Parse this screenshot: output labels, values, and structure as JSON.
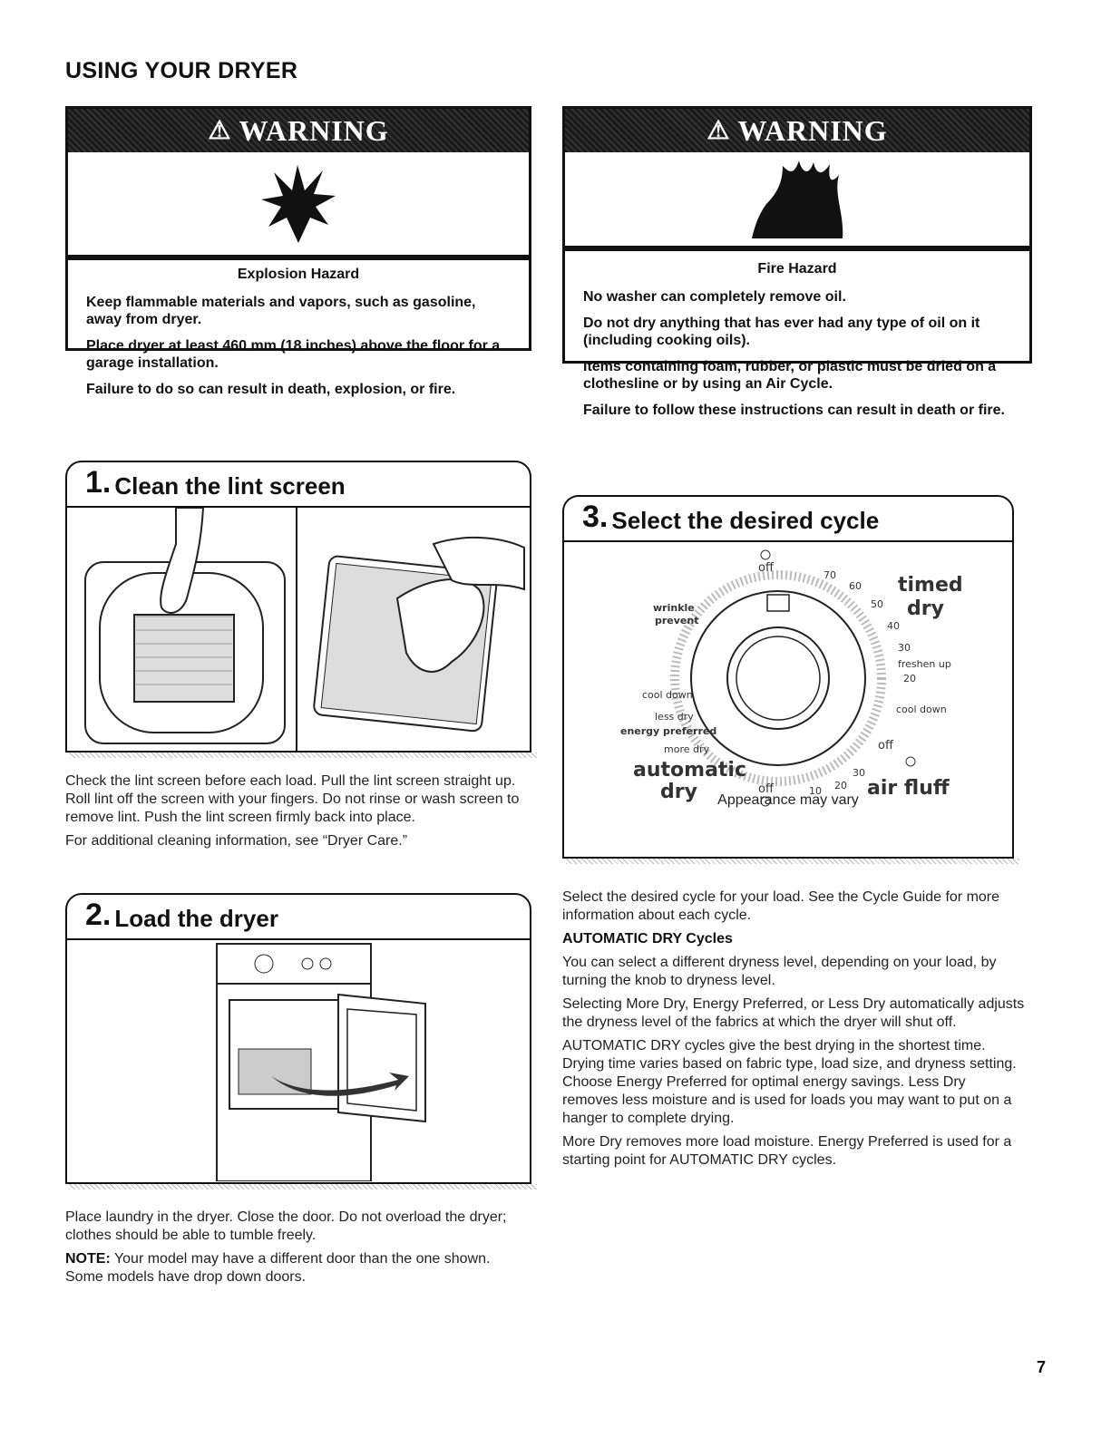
{
  "page": {
    "title": "USING YOUR DRYER",
    "number": "7"
  },
  "warning_left": {
    "header": "WARNING",
    "hazard": "Explosion Hazard",
    "lines": [
      "Keep flammable materials and vapors, such as gasoline, away from dryer.",
      "Place dryer at least 460 mm (18 inches) above the floor for a garage installation.",
      "Failure to do so can result in death, explosion, or fire."
    ]
  },
  "warning_right": {
    "header": "WARNING",
    "hazard": "Fire Hazard",
    "lines": [
      "No washer can completely remove oil.",
      "Do not dry anything that has ever had any type of oil on it (including cooking oils).",
      "Items containing foam, rubber, or plastic must be dried on a clothesline or by using an Air Cycle.",
      "Failure to follow these instructions can result in death or fire."
    ]
  },
  "step1": {
    "number": "1.",
    "title": "Clean the lint screen",
    "body": [
      "Check the lint screen before each load. Pull the lint screen straight up. Roll lint off the screen with your fingers. Do not rinse or wash screen to remove lint. Push the lint screen firmly back into place.",
      "For additional cleaning information, see “Dryer Care.”"
    ]
  },
  "step2": {
    "number": "2.",
    "title": "Load the dryer",
    "body": "Place laundry in the dryer. Close the door. Do not overload the dryer; clothes should be able to tumble freely.",
    "note_label": "NOTE:",
    "note_text": " Your model may have a different door than the one shown. Some models have drop down doors."
  },
  "step3": {
    "number": "3.",
    "title": "Select the desired cycle",
    "caption": "Appearance may vary",
    "dial": {
      "off_top": "off",
      "off_right": "off",
      "off_bottom": "off",
      "timed": "timed",
      "timed_dry": "dry",
      "wrinkle": "wrinkle",
      "prevent": "prevent",
      "cool_down_left": "cool down",
      "less_dry": "less dry",
      "energy_preferred": "energy preferred",
      "more_dry": "more dry",
      "automatic": "automatic",
      "automatic_dry": "dry",
      "freshen_up": "freshen up",
      "cool_down_right": "cool down",
      "air_fluff": "air fluff",
      "t70": "70",
      "t60": "60",
      "t50": "50",
      "t40": "40",
      "t30": "30",
      "t20": "20",
      "a30": "30",
      "a20": "20",
      "a10": "10"
    },
    "intro": "Select the desired cycle for your load. See the Cycle Guide for more information about each cycle.",
    "subhead": "AUTOMATIC DRY Cycles",
    "paragraphs": [
      "You can select a different dryness level, depending on your load, by turning the knob to dryness level.",
      "Selecting More Dry, Energy Preferred, or Less Dry automatically adjusts the dryness level of the fabrics at which the dryer will shut off.",
      "AUTOMATIC DRY cycles give the best drying in the shortest time. Drying time varies based on fabric type, load size, and dryness setting. Choose Energy Preferred for optimal energy savings. Less Dry removes less moisture and is used for loads you may want to put on a hanger to complete drying.",
      "More Dry removes more load moisture. Energy Preferred is used for a starting point for AUTOMATIC DRY cycles."
    ]
  }
}
